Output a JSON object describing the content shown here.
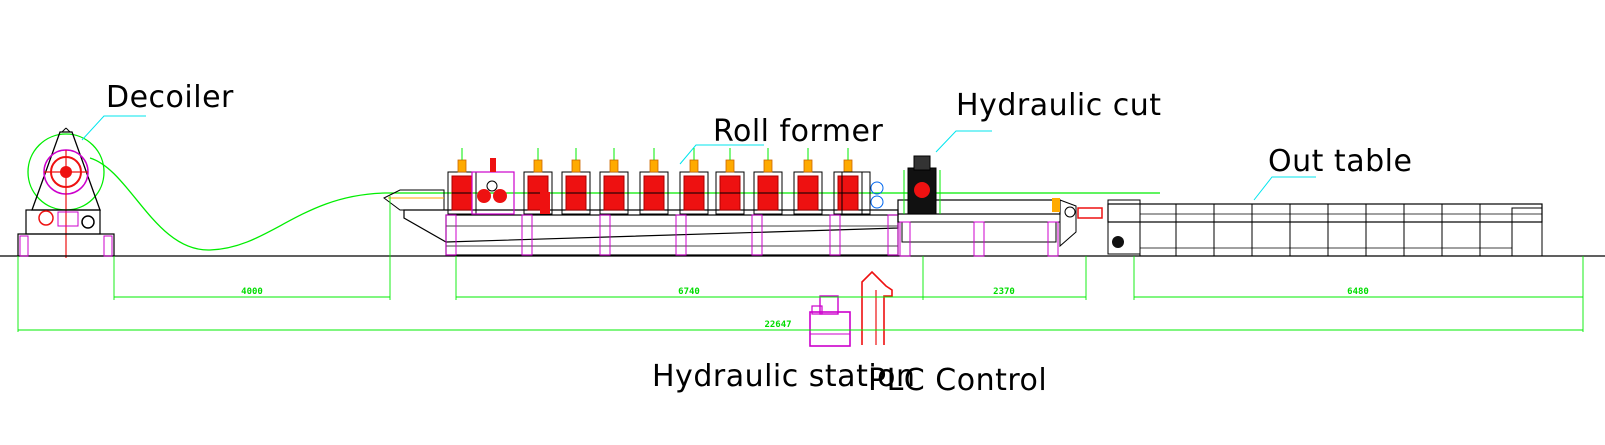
{
  "labels": {
    "decoiler": "Decoiler",
    "roll_former": "Roll former",
    "hydraulic_cut": "Hydraulic cut",
    "out_table": "Out table",
    "hydraulic_station": "Hydraulic station",
    "plc_control": "PLC Control"
  },
  "dimensions": {
    "decoiler_gap": "4000",
    "roll_former_length": "6740",
    "cutter_length": "2370",
    "out_table_length": "6480",
    "total_length": "22647"
  },
  "colors": {
    "outline": "#000000",
    "leader": "#00e5ee",
    "dimension": "#00dd00",
    "strip": "#00ee00",
    "roller": "#ee1111",
    "frame": "#cc00cc",
    "accent": "#ffaa00"
  }
}
